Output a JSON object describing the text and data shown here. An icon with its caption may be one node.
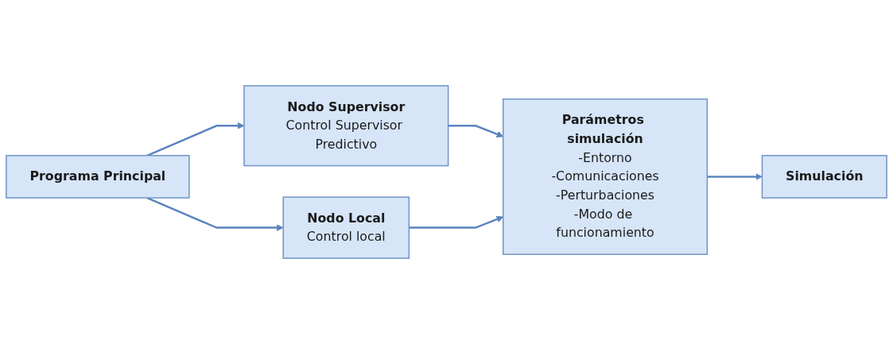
{
  "diagram": {
    "nodes": [
      {
        "text": [
          "Programa Principal"
        ]
      },
      {
        "text": [
          "Nodo Supervisor",
          "Control Supervisor Predictivo"
        ]
      },
      {
        "text": [
          "Nodo Local",
          "Control local"
        ]
      },
      {
        "text": [
          "Parámetros simulación",
          "-Entorno",
          "-Comunicaciones",
          "-Perturbaciones",
          "-Modo de funcionamiento"
        ]
      },
      {
        "text": [
          "Simulación"
        ]
      }
    ],
    "edges": [
      {
        "from": 0,
        "to": 1,
        "arrow": "to"
      },
      {
        "from": 0,
        "to": 2,
        "arrow": "to"
      },
      {
        "from": 1,
        "to": 3,
        "arrow": "to"
      },
      {
        "from": 2,
        "to": 3,
        "arrow": "to"
      },
      {
        "from": 3,
        "to": 4,
        "arrow": "to"
      }
    ]
  }
}
